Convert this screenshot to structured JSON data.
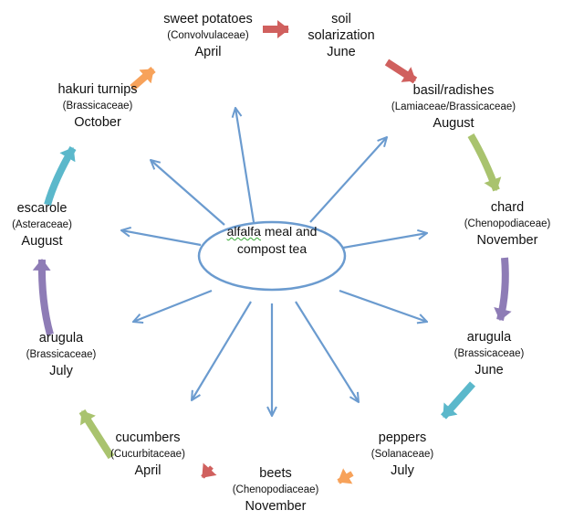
{
  "center": {
    "line1_word": "alfalfa",
    "line1_rest": " meal and",
    "line2": "compost tea"
  },
  "nodes": [
    {
      "name": "sweet potatoes",
      "family": "(Convolvulaceae)",
      "month": "April"
    },
    {
      "name": "soil",
      "family": "solarization",
      "month": "June"
    },
    {
      "name": "basil/radishes",
      "family": "(Lamiaceae/Brassicaceae)",
      "month": "August"
    },
    {
      "name": "chard",
      "family": "(Chenopodiaceae)",
      "month": "November"
    },
    {
      "name": "arugula",
      "family": "(Brassicaceae)",
      "month": "June"
    },
    {
      "name": "peppers",
      "family": "(Solanaceae)",
      "month": "July"
    },
    {
      "name": "beets",
      "family": "(Chenopodiaceae)",
      "month": "November"
    },
    {
      "name": "cucumbers",
      "family": "(Cucurbitaceae)",
      "month": "April"
    },
    {
      "name": "arugula",
      "family": "(Brassicaceae)",
      "month": "July"
    },
    {
      "name": "escarole",
      "family": "(Asteraceae)",
      "month": "August"
    },
    {
      "name": "hakuri turnips",
      "family": "(Brassicaceae)",
      "month": "October"
    }
  ],
  "colors": {
    "spoke": "#6b9bcf",
    "red": "#d0605e",
    "orange": "#f7a25a",
    "cyan": "#5bb8cb",
    "green": "#a9c36e",
    "purple": "#8e7cb6"
  }
}
